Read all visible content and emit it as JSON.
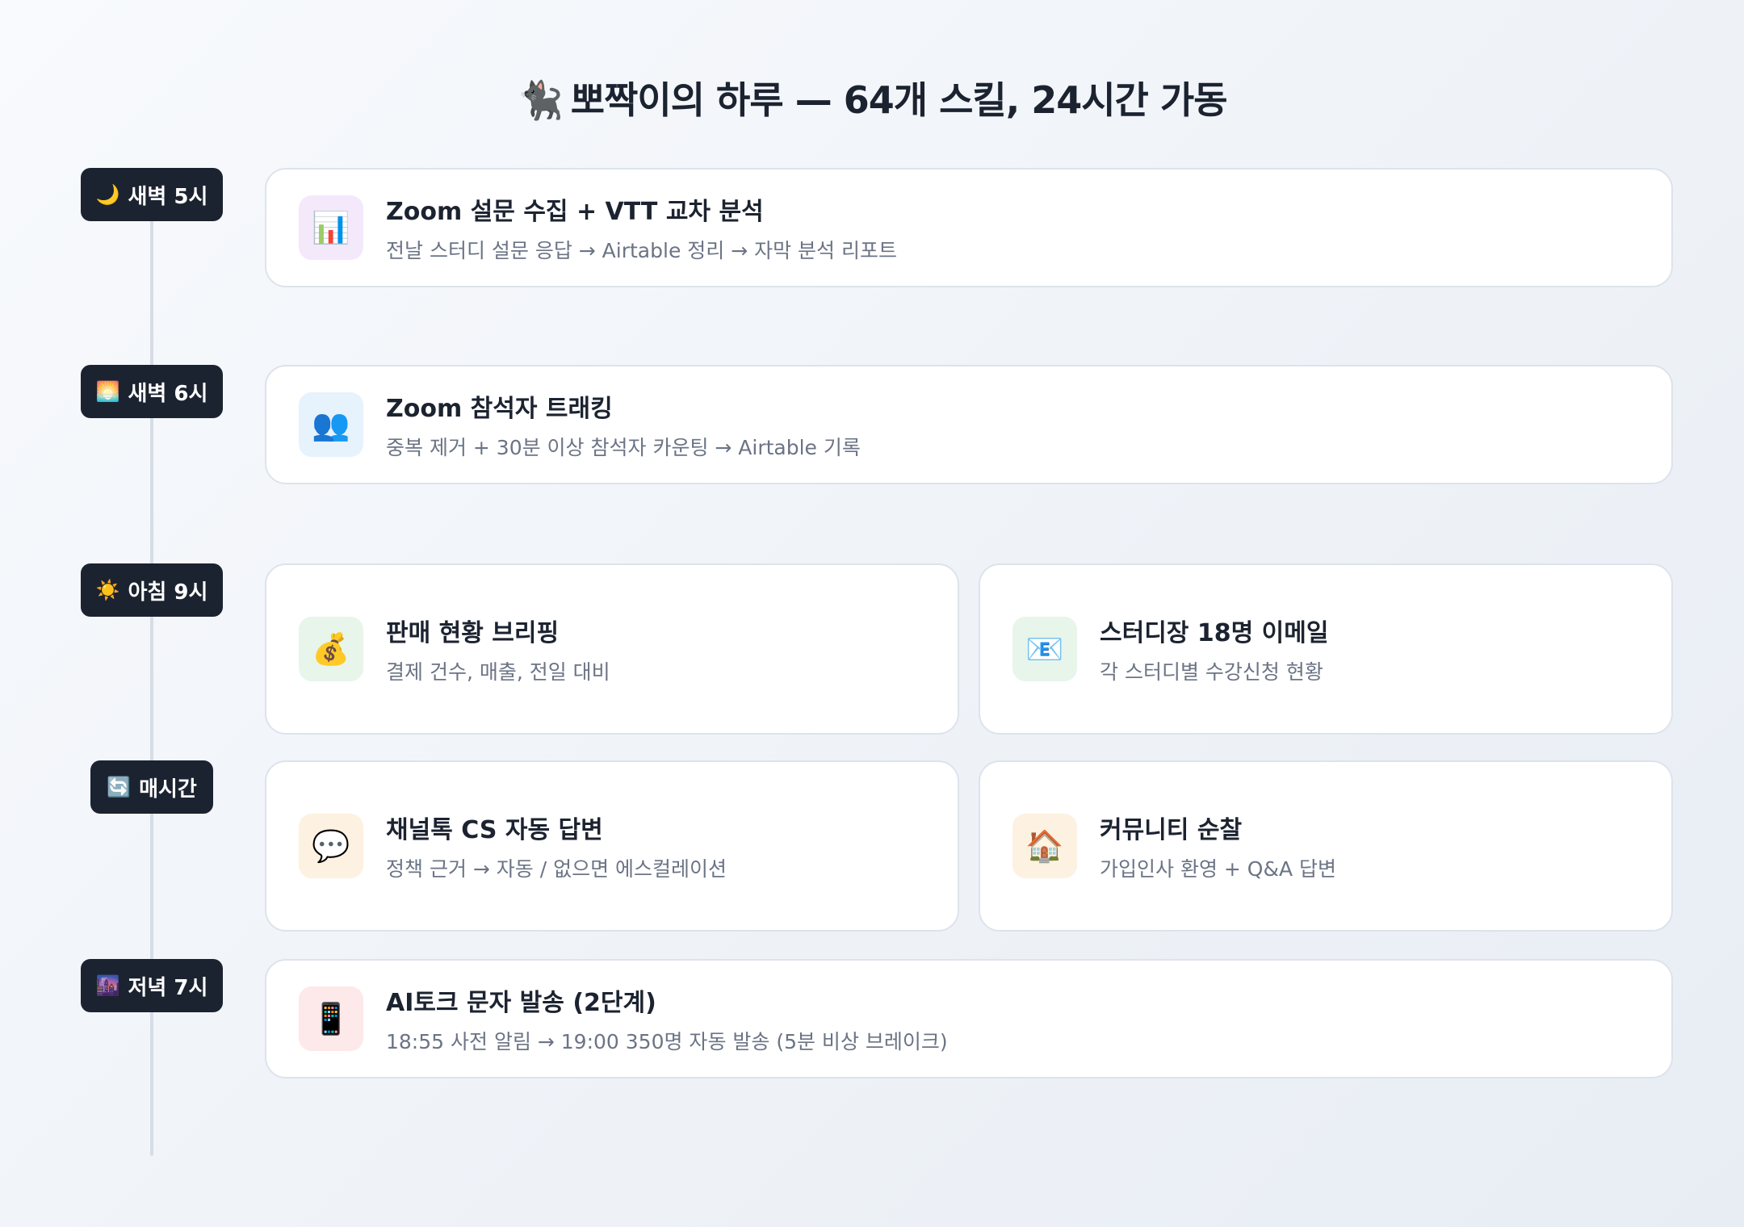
{
  "title": {
    "emoji": "🐈‍⬛",
    "text": "뽀짝이의 하루 — 64개 스킬, 24시간 가동"
  },
  "timeline": [
    {
      "icon": "🌙",
      "label": "새벽 5시"
    },
    {
      "icon": "🌅",
      "label": "새벽 6시"
    },
    {
      "icon": "☀️",
      "label": "아침 9시"
    },
    {
      "icon": "🔄",
      "label": "매시간"
    },
    {
      "icon": "🌆",
      "label": "저녁 7시"
    }
  ],
  "cards": [
    {
      "icon": "📊",
      "icon_bg": "#f3e9fb",
      "title": "Zoom 설문 수집 + VTT 교차 분석",
      "desc": "전날 스터디 설문 응답 → Airtable 정리 → 자막 분석 리포트"
    },
    {
      "icon": "👥",
      "icon_bg": "#e6f2fc",
      "title": "Zoom 참석자 트래킹",
      "desc": "중복 제거 + 30분 이상 참석자 카운팅 → Airtable 기록"
    },
    {
      "icon": "💰",
      "icon_bg": "#e8f5ea",
      "title": "판매 현황 브리핑",
      "desc": "결제 건수, 매출, 전일 대비"
    },
    {
      "icon": "📧",
      "icon_bg": "#e8f5ea",
      "title": "스터디장 18명 이메일",
      "desc": "각 스터디별 수강신청 현황"
    },
    {
      "icon": "💬",
      "icon_bg": "#fdf1e1",
      "title": "채널톡 CS 자동 답변",
      "desc": "정책 근거 → 자동 / 없으면 에스컬레이션"
    },
    {
      "icon": "🏠",
      "icon_bg": "#fdf1e1",
      "title": "커뮤니티 순찰",
      "desc": "가입인사 환영 + Q&A 답변"
    },
    {
      "icon": "📱",
      "icon_bg": "#fde8ea",
      "title": "AI토크 문자 발송 (2단계)",
      "desc": "18:55 사전 알림 → 19:00 350명 자동 발송 (5분 비상 브레이크)"
    }
  ]
}
